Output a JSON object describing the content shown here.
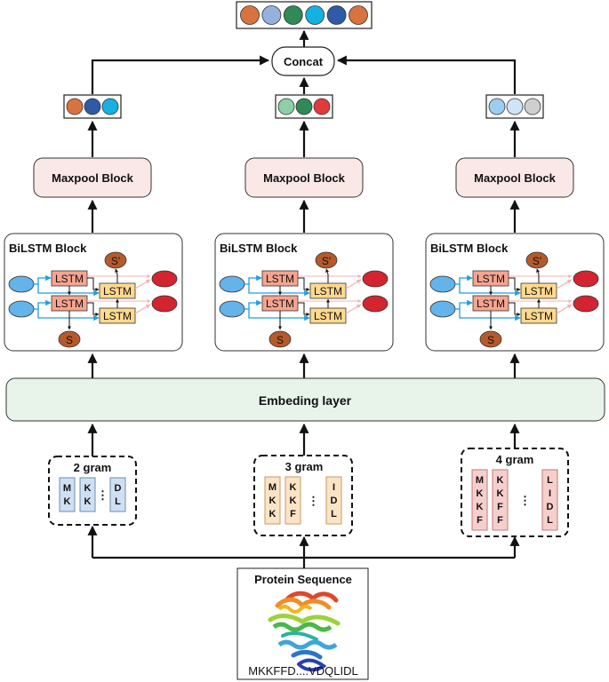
{
  "concat_label": "Concat",
  "maxpool_label": "Maxpool Block",
  "bilstm_label": "BiLSTM Block",
  "lstm_label": "LSTM",
  "s_label": "S",
  "s_prime_label": "S'",
  "embedding_label": "Embeding layer",
  "protein_title": "Protein Sequence",
  "protein_sequence": "MKKFFD....VDQLIDL",
  "output_vector_colors": [
    "#d8733f",
    "#97b1df",
    "#2f8a55",
    "#17b0e3",
    "#2e5aa6",
    "#d8733f"
  ],
  "branches": [
    {
      "gram_label": "2 gram",
      "kmers": [
        [
          "M",
          "K"
        ],
        [
          "K",
          "K"
        ],
        [
          "D",
          "L"
        ]
      ],
      "ellipsis": "⋮",
      "token_color": "#cfe0f3",
      "token_border": "#6b8cb8",
      "pooled_colors": [
        "#d8733f",
        "#2e5aa6",
        "#17b0e3"
      ]
    },
    {
      "gram_label": "3 gram",
      "kmers": [
        [
          "M",
          "K",
          "K"
        ],
        [
          "K",
          "K",
          "F"
        ],
        [
          "I",
          "D",
          "L"
        ]
      ],
      "ellipsis": "⋮",
      "token_color": "#fbe4c6",
      "token_border": "#c99a62",
      "pooled_colors": [
        "#8fcfa6",
        "#2f8a55",
        "#e23a3a"
      ]
    },
    {
      "gram_label": "4 gram",
      "kmers": [
        [
          "M",
          "K",
          "K",
          "F"
        ],
        [
          "K",
          "K",
          "F",
          "F"
        ],
        [
          "L",
          "I",
          "D",
          "L"
        ]
      ],
      "ellipsis": "⋮",
      "token_color": "#f6cfcd",
      "token_border": "#c27a77",
      "pooled_colors": [
        "#9ccdf0",
        "#cfe4f7",
        "#cfcfcf"
      ]
    }
  ],
  "colors": {
    "maxpool_fill": "#fae8e6",
    "embedding_fill": "#e8f4ea",
    "lstm_back_fill": "#f6a48f",
    "lstm_fwd_fill": "#ffd98e",
    "input_node": "#64b3ea",
    "output_node": "#d42430",
    "state_node": "#b65a2b",
    "blue_arrow": "#1f9ee0",
    "pink_arrow": "#f3b3b0"
  }
}
